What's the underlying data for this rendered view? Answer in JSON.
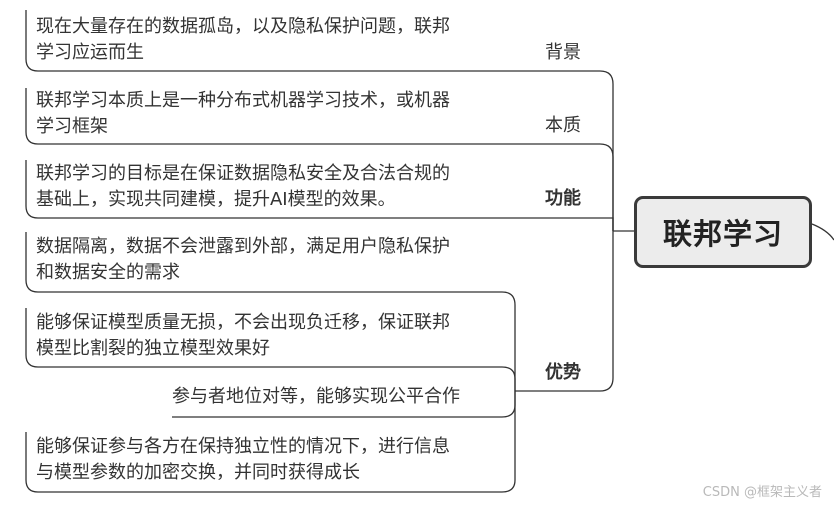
{
  "root": {
    "title": "联邦学习"
  },
  "branches": [
    {
      "label": "背景",
      "leaves": [
        "现在大量存在的数据孤岛，以及隐私保护问题，联邦\n学习应运而生"
      ]
    },
    {
      "label": "本质",
      "leaves": [
        "联邦学习本质上是一种分布式机器学习技术，或机器\n学习框架"
      ]
    },
    {
      "label": "功能",
      "leaves": [
        "联邦学习的目标是在保证数据隐私安全及合法合规的\n基础上，实现共同建模，提升AI模型的效果。"
      ]
    },
    {
      "label": "优势",
      "leaves": [
        "数据隔离，数据不会泄露到外部，满足用户隐私保护\n和数据安全的需求",
        "能够保证模型质量无损，不会出现负迁移，保证联邦\n模型比割裂的独立模型效果好",
        "参与者地位对等，能够实现公平合作",
        "能够保证参与各方在保持独立性的情况下，进行信息\n与模型参数的加密交换，并同时获得成长"
      ]
    }
  ],
  "watermark": "CSDN @框架主义者",
  "colors": {
    "line": "#333333",
    "root_fill": "#ececec",
    "root_border": "#3a3a3a"
  }
}
